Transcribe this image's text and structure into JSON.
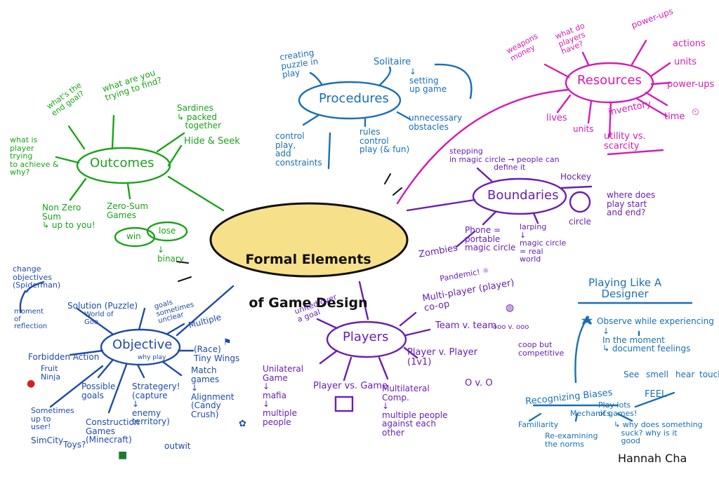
{
  "center": {
    "line1": "Formal Elements",
    "line2": "of Game Design"
  },
  "author": "Hannah Cha",
  "outcomes": {
    "hub": "Outcomes",
    "items": {
      "endgoal": "what's the\nend goal?",
      "tryingfind": "what are you\ntrying to find?",
      "sardines": "Sardines\n↳ packed\n   together",
      "hideseek": "Hide & Seek",
      "playertrying": "what is\nplayer\ntrying\nto achieve &\nwhy?",
      "nonzero": "Non Zero\nSum\n↳ up to you!",
      "zerosum": "Zero-Sum\nGames",
      "win": "win",
      "lose": "lose",
      "binary": "↓\nbinary"
    }
  },
  "procedures": {
    "hub": "Procedures",
    "items": {
      "creating": "creating\npuzzle in\nplay",
      "solitaire": "Solitaire",
      "settingup": "↓\nsetting\nup game",
      "unnecessary": "unnecessary\nobstacles",
      "control": "control\nplay,\nadd\nconstraints",
      "rules": "rules\ncontrol\nplay (& fun)"
    }
  },
  "resources": {
    "hub": "Resources",
    "items": {
      "weapons": "weapons\nmoney",
      "whathave": "what do\nplayers\nhave?",
      "powerups1": "power-ups",
      "actions": "actions",
      "units1": "units",
      "powerups2": "power-ups",
      "lives": "lives",
      "units2": "units",
      "inventory": "inventory",
      "time": "time",
      "utility": "utility vs.\nscarcity"
    }
  },
  "boundaries": {
    "hub": "Boundaries",
    "items": {
      "stepping": "stepping\nin magic circle → people can\n                  define it",
      "hockey": "Hockey",
      "wheredoes": "where does\nplay start\nand end?",
      "circle": "circle",
      "phone": "Phone =\nportable\nmagic circle",
      "zombies": "Zombies",
      "larping": "larping\n↓\nmagic circle\n= real\nworld"
    }
  },
  "objective": {
    "hub": "Objective",
    "sub": "why play",
    "items": {
      "changeobj": "change\nobjectives\n(Spiderman)",
      "moment": "moment\nof\nreflection",
      "solution": "Solution (Puzzle)",
      "worldgoo": "World of\nGoo",
      "goals": "goals\nsometimes\nunclear",
      "multiple": "Multiple",
      "forbidden": "Forbidden Action",
      "fruitninja": "Fruit\nNinja",
      "race": "(Race)\nTiny Wings",
      "possible": "Possible\ngoals",
      "strategy": "Strategery!\n(capture\n↓\nenemy\nterritory)",
      "outwit": "outwit",
      "match": "Match\ngames\n↓\nAlignment\n(Candy\nCrush)",
      "sometimes": "Sometimes\nup to\nuser!",
      "simcity": "SimCity",
      "construction": "Construction\nGames\n(Minecraft)",
      "toys": "Toys?"
    }
  },
  "players": {
    "hub": "Players",
    "items": {
      "united": "united over\na goal",
      "pandemic": "Pandemic! ☼",
      "multico": "Multi-player (player)\nco-op",
      "teamv": "Team v. team",
      "coop": "coop but\ncompetitive",
      "playerv": "Player v. Player\n(1v1)",
      "ovo": "O v. O",
      "unilateral": "Unilateral\nGame\n↓\nmafia\n↓\nmultiple\npeople",
      "pvg": "Player vs. Game",
      "multilateral": "Multilateral\nComp.\n↓\nmultiple people\nagainst each\nother"
    }
  },
  "designer": {
    "title": "Playing Like A\nDesigner",
    "observe": "Observe while experiencing",
    "moment": "↓\nIn the moment\n↳ document feelings",
    "see": "See",
    "smell": "smell",
    "hear": "hear",
    "touch": "touch",
    "feel": "FEEL",
    "biases": "Recognizing Biases",
    "familiarity": "Familiarity",
    "mechanics": "Mechanics",
    "playlots": "Play lots\nof games!",
    "reexamining": "Re-examining\nthe norms",
    "whydoes": "↳ why does something\n   suck? why is it\n   good"
  },
  "colors": {
    "outcomes": "#1aa31a",
    "procedures": "#1a6fb3",
    "resources": "#d41cb4",
    "boundaries": "#6a1fb0",
    "objective": "#1f4aa8",
    "players": "#6a1fb0",
    "center_fill": "#f7e08a"
  }
}
